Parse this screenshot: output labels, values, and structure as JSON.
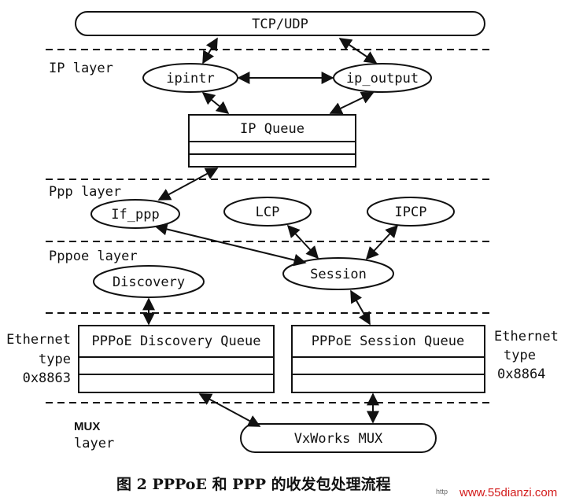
{
  "layers": {
    "ip": "IP layer",
    "ppp": "Ppp layer",
    "pppoe": "Pppoe layer",
    "mux_line1": "MUX",
    "mux_line2": "layer"
  },
  "nodes": {
    "tcp_udp": "TCP/UDP",
    "ipintr": "ipintr",
    "ip_output": "ip_output",
    "ip_queue": "IP Queue",
    "if_ppp": "If_ppp",
    "lcp": "LCP",
    "ipcp": "IPCP",
    "discovery": "Discovery",
    "session": "Session",
    "pppoe_discovery_queue": "PPPoE Discovery Queue",
    "pppoe_session_queue": "PPPoE Session Queue",
    "vxworks_mux": "VxWorks MUX"
  },
  "ethernet_left": {
    "line1": "Ethernet",
    "line2": "type",
    "line3": "0x8863"
  },
  "ethernet_right": {
    "line1": "Ethernet",
    "line2": "type",
    "line3": "0x8864"
  },
  "caption": "图 2  PPPoE 和 PPP 的收发包处理流程",
  "watermark": {
    "text": "www.55dianzi.com",
    "prefix": "http"
  }
}
